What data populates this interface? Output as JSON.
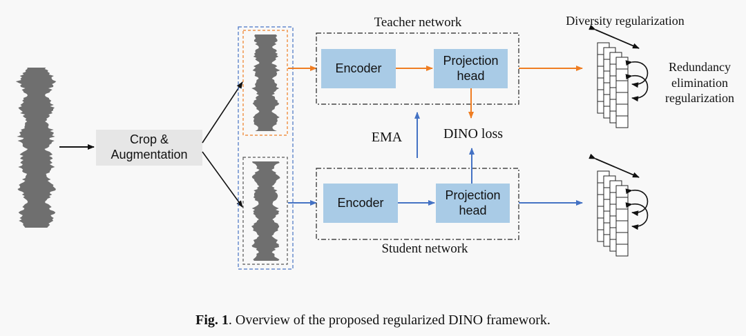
{
  "labels": {
    "teacher_network": "Teacher network",
    "student_network": "Student network",
    "crop_aug_line1": "Crop &",
    "crop_aug_line2": "Augmentation",
    "encoder": "Encoder",
    "projection_line1": "Projection",
    "projection_line2": "head",
    "ema": "EMA",
    "dino_loss": "DINO loss",
    "diversity": "Diversity regularization",
    "redundancy_line1": "Redundancy",
    "redundancy_line2": "elimination",
    "redundancy_line3": "regularization"
  },
  "caption": {
    "prefix": "Fig. 1",
    "text": ". Overview of the proposed regularized DINO framework."
  },
  "colors": {
    "teacher_arrow": "#ef7d22",
    "student_arrow": "#4472c4",
    "box_fill": "#a9cbe6",
    "crop_fill": "#e6e6e6",
    "waveform": "#6f6f6f"
  }
}
